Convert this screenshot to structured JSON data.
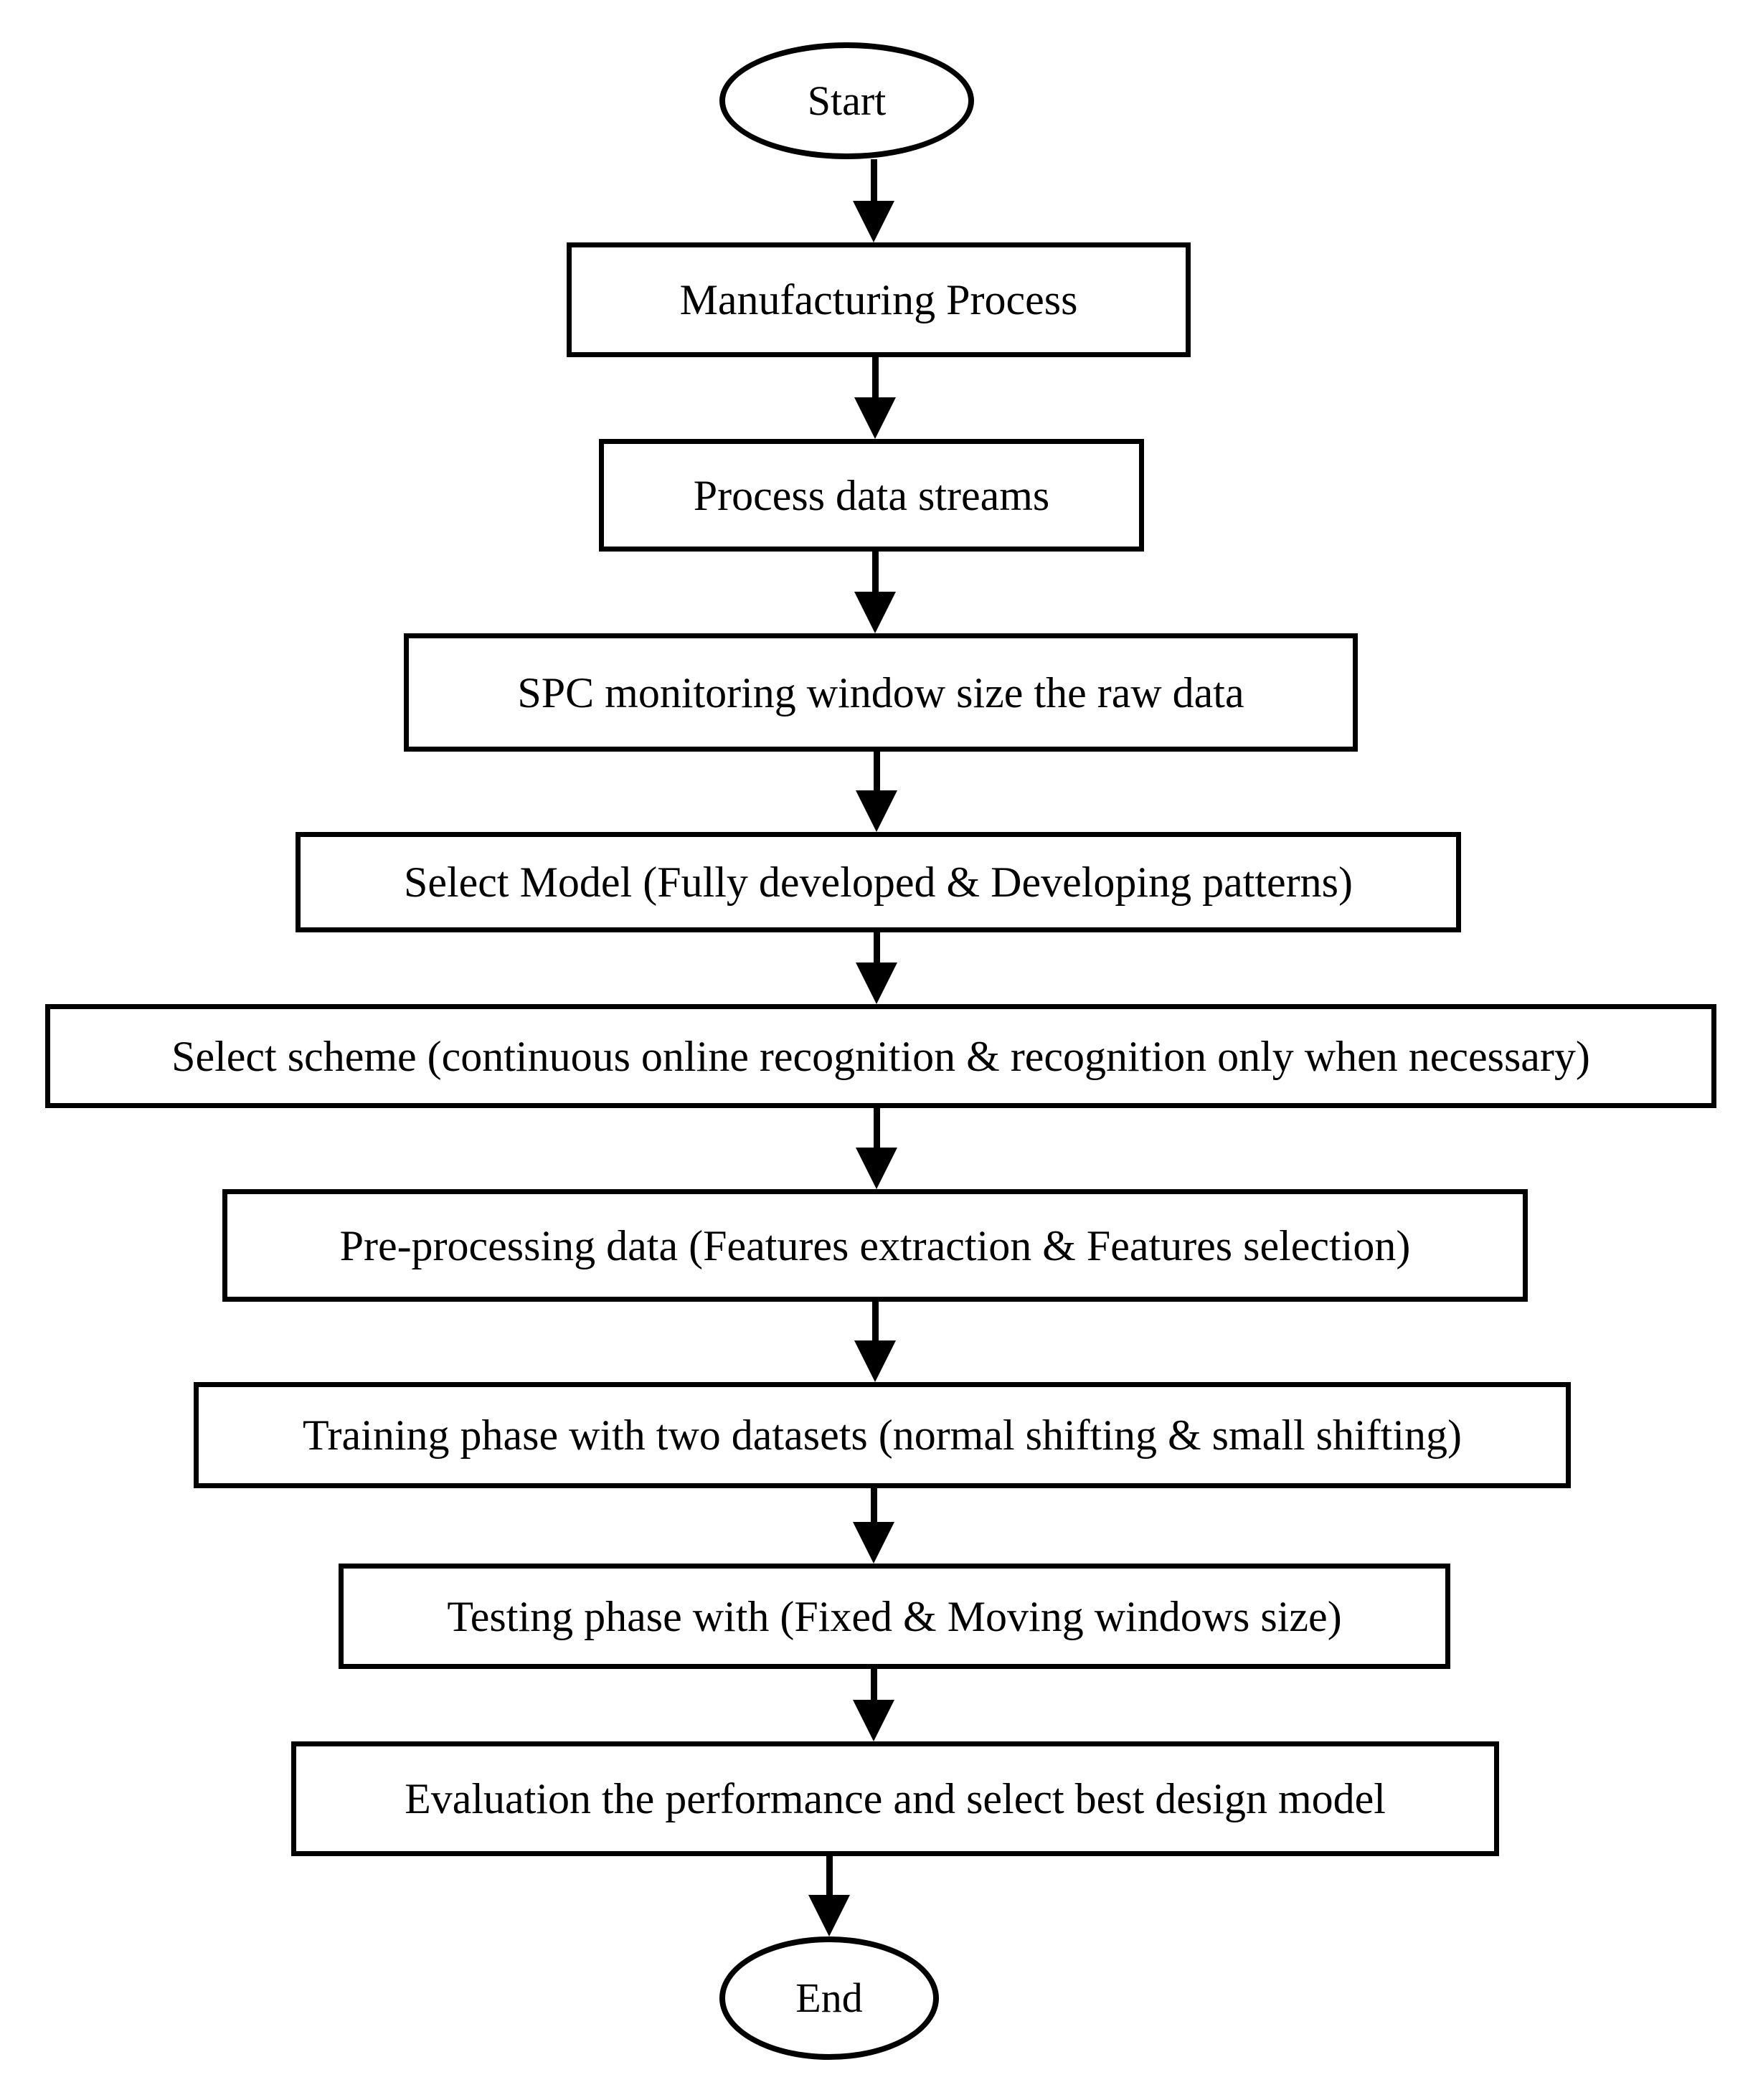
{
  "diagram": {
    "type": "flowchart",
    "background_color": "#ffffff",
    "stroke_color": "#000000",
    "text_color": "#000000",
    "nodes": [
      {
        "id": "start",
        "shape": "ellipse",
        "label": "Start"
      },
      {
        "id": "manufacturing-process",
        "shape": "rectangle",
        "label": "Manufacturing Process"
      },
      {
        "id": "process-data-streams",
        "shape": "rectangle",
        "label": "Process data streams"
      },
      {
        "id": "spc-monitoring",
        "shape": "rectangle",
        "label": "SPC monitoring window size the raw data"
      },
      {
        "id": "select-model",
        "shape": "rectangle",
        "label": "Select Model (Fully developed & Developing patterns)"
      },
      {
        "id": "select-scheme",
        "shape": "rectangle",
        "label": "Select scheme (continuous online recognition & recognition only when necessary)"
      },
      {
        "id": "pre-processing",
        "shape": "rectangle",
        "label": "Pre-processing data (Features extraction & Features selection)"
      },
      {
        "id": "training-phase",
        "shape": "rectangle",
        "label": "Training phase with two datasets (normal shifting & small shifting)"
      },
      {
        "id": "testing-phase",
        "shape": "rectangle",
        "label": "Testing phase with (Fixed & Moving windows size)"
      },
      {
        "id": "evaluation",
        "shape": "rectangle",
        "label": "Evaluation the performance and select best design model"
      },
      {
        "id": "end",
        "shape": "ellipse",
        "label": "End"
      }
    ],
    "edges": [
      {
        "from": "start",
        "to": "manufacturing-process"
      },
      {
        "from": "manufacturing-process",
        "to": "process-data-streams"
      },
      {
        "from": "process-data-streams",
        "to": "spc-monitoring"
      },
      {
        "from": "spc-monitoring",
        "to": "select-model"
      },
      {
        "from": "select-model",
        "to": "select-scheme"
      },
      {
        "from": "select-scheme",
        "to": "pre-processing"
      },
      {
        "from": "pre-processing",
        "to": "training-phase"
      },
      {
        "from": "training-phase",
        "to": "testing-phase"
      },
      {
        "from": "testing-phase",
        "to": "evaluation"
      },
      {
        "from": "evaluation",
        "to": "end"
      }
    ]
  }
}
